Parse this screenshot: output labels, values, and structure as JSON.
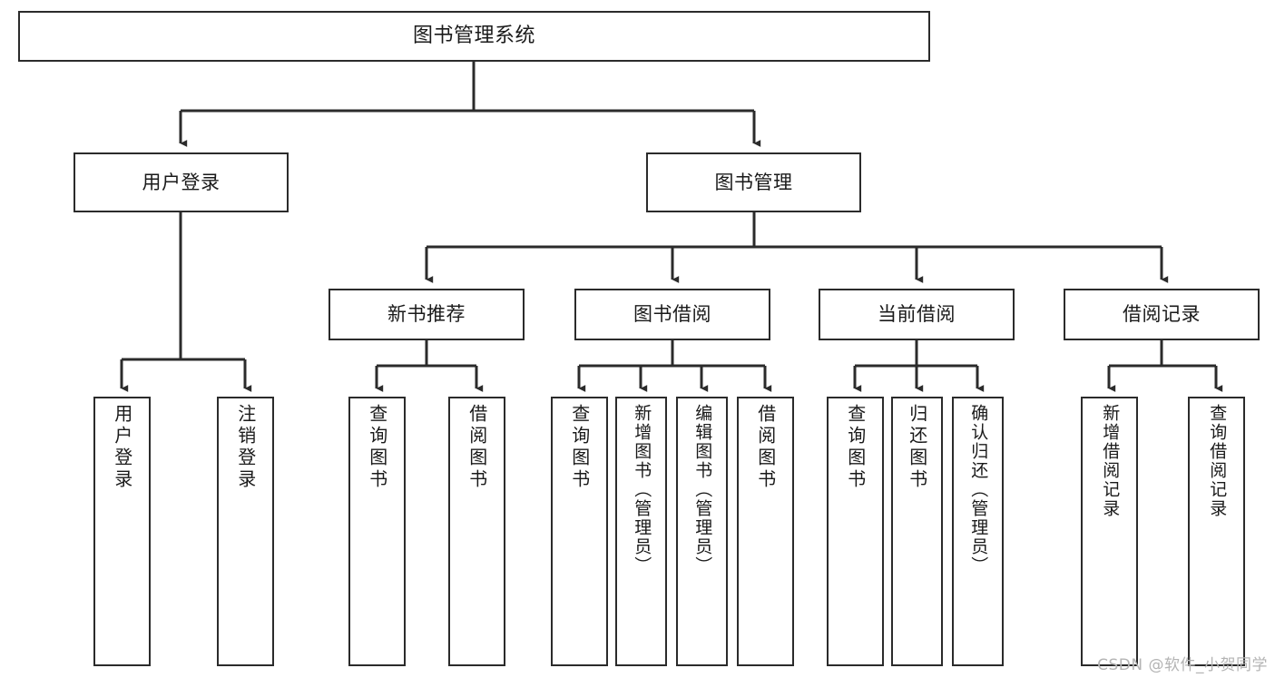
{
  "diagram": {
    "title": "图书管理系统",
    "type": "tree-hierarchy-chart",
    "watermark": "CSDN @软件_小贺同学",
    "style": {
      "background": "#ffffff",
      "border_color": "#2b2b2b",
      "text_color": "#1a1a1a",
      "watermark_color": "#b4b4b4"
    },
    "levels": {
      "root": {
        "label": "图书管理系统"
      },
      "level2": [
        {
          "label": "用户登录"
        },
        {
          "label": "图书管理"
        }
      ],
      "level3": [
        {
          "label": "新书推荐"
        },
        {
          "label": "图书借阅"
        },
        {
          "label": "当前借阅"
        },
        {
          "label": "借阅记录"
        }
      ],
      "leaves": {
        "user_login": [
          {
            "label": "用户登录"
          },
          {
            "label": "注销登录"
          }
        ],
        "new_book_recommend": [
          {
            "label": "查询图书"
          },
          {
            "label": "借阅图书"
          }
        ],
        "book_borrow": [
          {
            "label": "查询图书"
          },
          {
            "label": "新增图书（管理员）"
          },
          {
            "label": "编辑图书（管理员）"
          },
          {
            "label": "借阅图书"
          }
        ],
        "current_borrow": [
          {
            "label": "查询图书"
          },
          {
            "label": "归还图书"
          },
          {
            "label": "确认归还（管理员）"
          }
        ],
        "borrow_record": [
          {
            "label": "新增借阅记录"
          },
          {
            "label": "查询借阅记录"
          }
        ]
      }
    }
  }
}
